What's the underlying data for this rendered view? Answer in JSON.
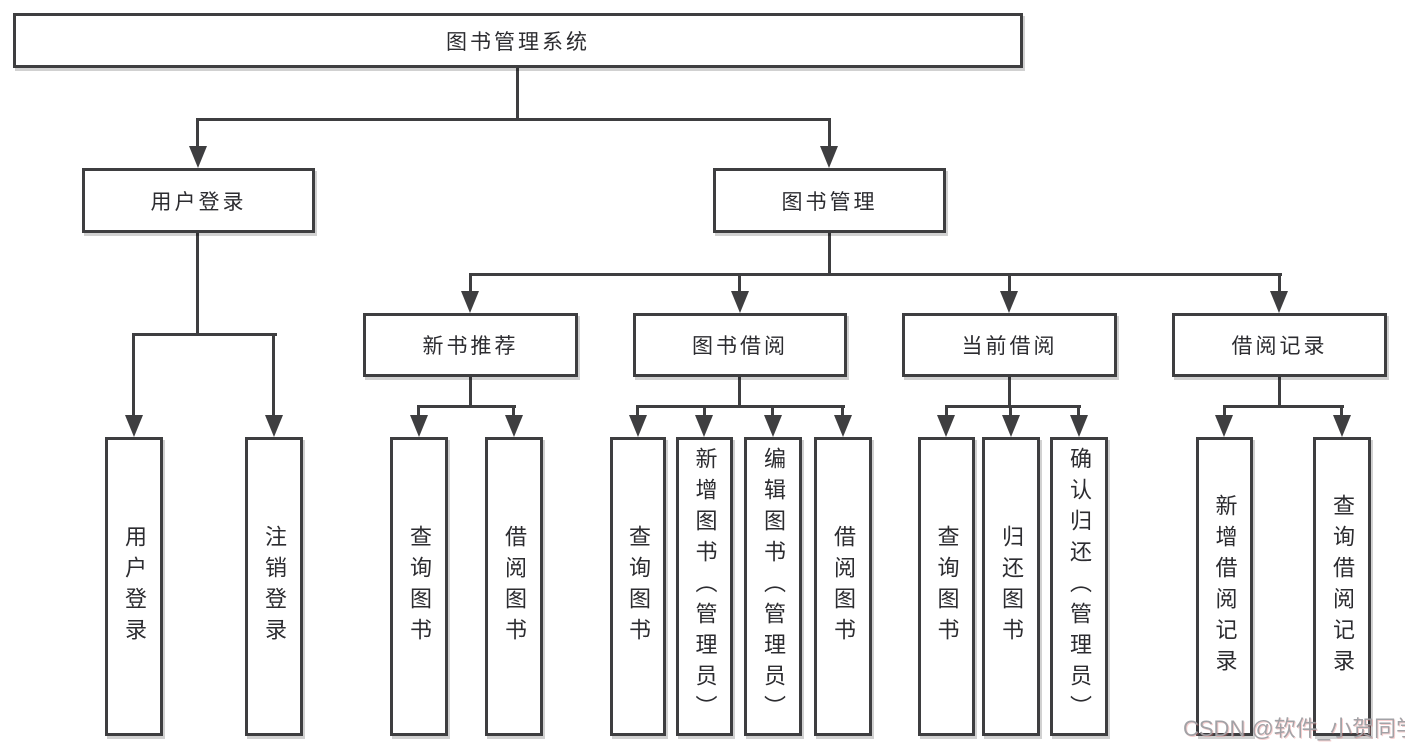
{
  "nodes": {
    "root": "图书管理系统",
    "level2": [
      "用户登录",
      "图书管理"
    ],
    "level3": [
      "新书推荐",
      "图书借阅",
      "当前借阅",
      "借阅记录"
    ],
    "leaves": [
      "用户登录",
      "注销登录",
      "查询图书",
      "借阅图书",
      "查询图书",
      "新增图书（管理员）",
      "编辑图书（管理员）",
      "借阅图书",
      "查询图书",
      "归还图书",
      "确认归还（管理员）",
      "新增借阅记录",
      "查询借阅记录"
    ]
  },
  "watermark": {
    "text": "CSDN @软件_小贺同学"
  },
  "colors": {
    "line": "#3e3e40",
    "text": "#2c2c30",
    "background": "#ffffff",
    "watermark": "#a2a2a6"
  }
}
